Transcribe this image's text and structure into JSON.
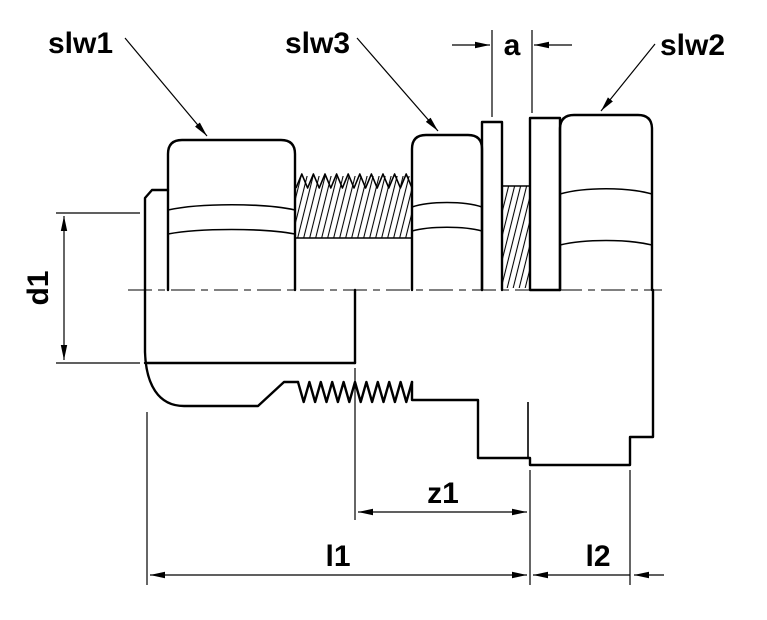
{
  "drawing": {
    "type": "technical-dimension-drawing",
    "subject": "bulkhead compression fitting side view with dimensions",
    "background": "#ffffff",
    "line_color": "#000000",
    "labels": {
      "slw1": "slw1",
      "slw3": "slw3",
      "a": "a",
      "slw2": "slw2",
      "d1": "d1",
      "z1": "z1",
      "l1": "l1",
      "l2": "l2"
    }
  }
}
